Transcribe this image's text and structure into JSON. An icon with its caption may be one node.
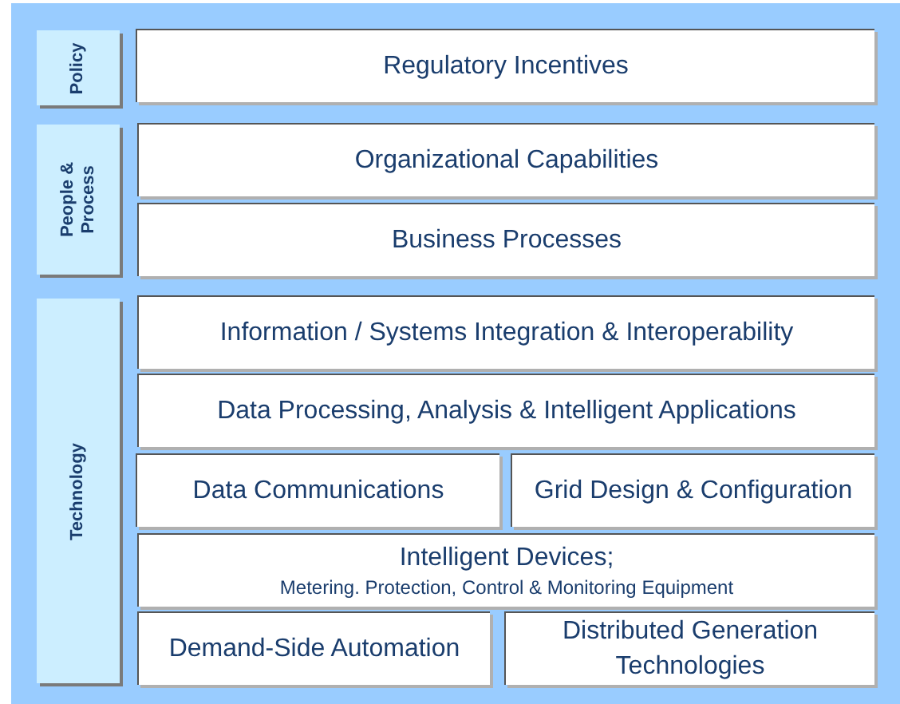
{
  "diagram": {
    "nodes": [
      {
        "text": [
          "Policy"
        ]
      },
      {
        "text": [
          "Regulatory Incentives"
        ]
      },
      {
        "text": [
          "People & Process"
        ]
      },
      {
        "text": [
          "Organizational Capabilities"
        ]
      },
      {
        "text": [
          "Business Processes"
        ]
      },
      {
        "text": [
          "Technology"
        ]
      },
      {
        "text": [
          "Information / Systems Integration & Interoperability"
        ]
      },
      {
        "text": [
          "Data Processing, Analysis & Intelligent Applications"
        ]
      },
      {
        "text": [
          "Data Communications"
        ]
      },
      {
        "text": [
          "Grid Design & Configuration"
        ]
      },
      {
        "text": [
          "Intelligent Devices;",
          "Metering. Protection, Control & Monitoring Equipment"
        ]
      },
      {
        "text": [
          "Demand-Side Automation"
        ]
      },
      {
        "text": [
          "Distributed Generation Technologies"
        ]
      }
    ]
  }
}
